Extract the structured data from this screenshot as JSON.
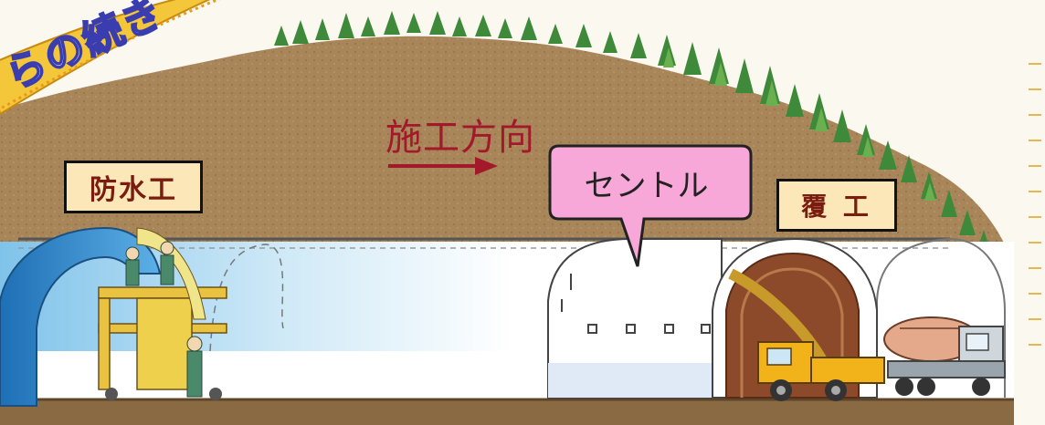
{
  "banner_text": "らの続き",
  "labels": {
    "waterproofing": "防水工",
    "direction": "施工方向",
    "centle": "セントル",
    "lining": "覆 工"
  },
  "colors": {
    "soil": "#a8865a",
    "tunnel_lining_blue": "#3f93d4",
    "label_fill": "#fbe7b8",
    "label_text": "#7a1d10",
    "direction_red": "#a21a2a",
    "callout_pink": "#f7a8d8",
    "banner_gold": "#f4c63a"
  }
}
